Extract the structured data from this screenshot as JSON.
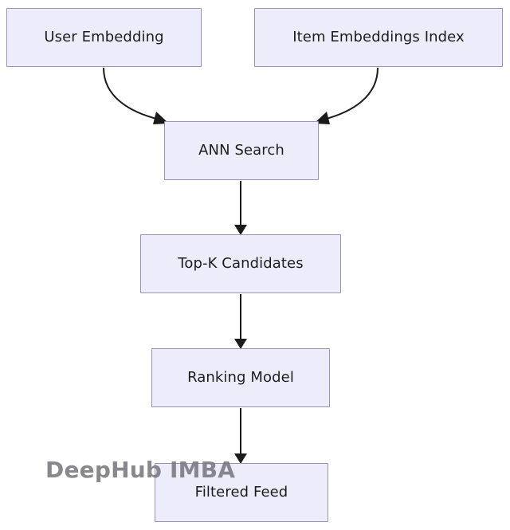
{
  "diagram": {
    "type": "flowchart",
    "direction": "top-to-bottom",
    "background_color": "#ffffff",
    "node_fill_color": "#ececfb",
    "node_border_color": "#9a93b3",
    "edge_color": "#1b1b1b",
    "text_color": "#1d1d1d",
    "nodes": [
      {
        "id": "user-embedding",
        "label": "User Embedding"
      },
      {
        "id": "item-index",
        "label": "Item Embeddings Index"
      },
      {
        "id": "ann-search",
        "label": "ANN Search"
      },
      {
        "id": "topk-candidates",
        "label": "Top-K Candidates"
      },
      {
        "id": "ranking-model",
        "label": "Ranking Model"
      },
      {
        "id": "filtered-feed",
        "label": "Filtered Feed"
      }
    ],
    "edges": [
      {
        "from": "user-embedding",
        "to": "ann-search",
        "style": "curved"
      },
      {
        "from": "item-index",
        "to": "ann-search",
        "style": "curved"
      },
      {
        "from": "ann-search",
        "to": "topk-candidates",
        "style": "straight"
      },
      {
        "from": "topk-candidates",
        "to": "ranking-model",
        "style": "straight"
      },
      {
        "from": "ranking-model",
        "to": "filtered-feed",
        "style": "straight"
      }
    ]
  },
  "watermark": {
    "text": "DeepHub IMBA",
    "color": "#7e7e85"
  }
}
